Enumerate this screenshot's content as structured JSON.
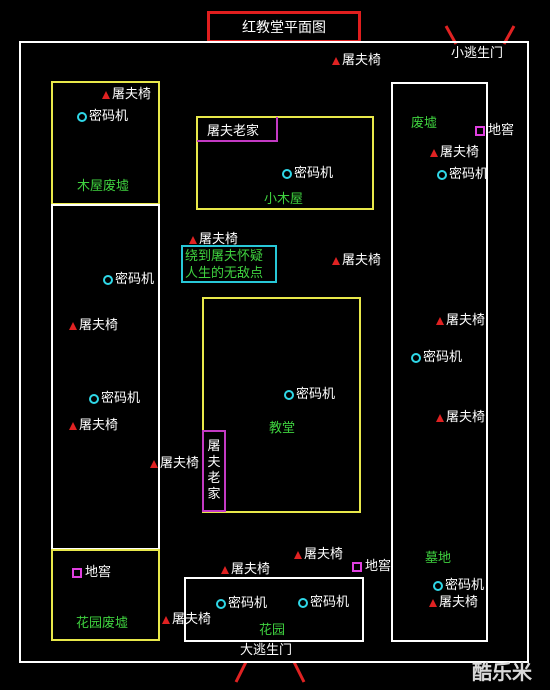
{
  "title": "红教堂平面图",
  "exits": {
    "small": "小逃生门",
    "big": "大逃生门"
  },
  "areas": {
    "wooden_ruins": "木屋废墟",
    "small_cabin": "小木屋",
    "ruins_right": "废墟",
    "church": "教堂",
    "graveyard": "墓地",
    "garden_ruins": "花园废墟",
    "garden": "花园"
  },
  "hunter_home": "屠夫老家",
  "hunter_home_vertical": [
    "屠",
    "夫",
    "老",
    "家"
  ],
  "hint": [
    "绕到屠夫怀疑",
    "人生的无敌点"
  ],
  "labels": {
    "chair": "屠夫椅",
    "cipher": "密码机",
    "dungeon": "地窖"
  },
  "watermark": "酷乐米",
  "colors": {
    "wall": "#ffffff",
    "area": "#e8e84a",
    "chair": "#e02222",
    "cipher": "#2fd8e8",
    "dungeon": "#e040e0",
    "title_border": "#e01e1e"
  }
}
